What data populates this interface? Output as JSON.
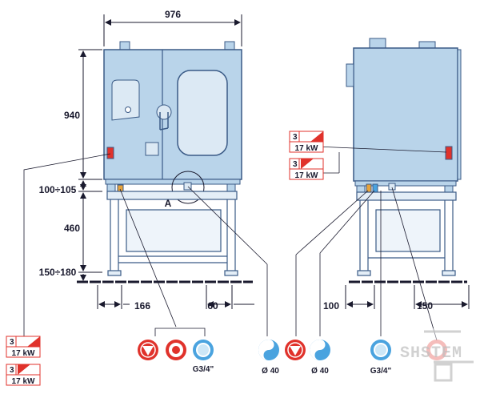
{
  "dimensions": {
    "width": "976",
    "height_body": "940",
    "base_gap": "100÷105",
    "stand_height": "460",
    "floor_gap": "150÷180",
    "left_offset": "166",
    "right_offset": "60",
    "side_front": "100",
    "side_back": "150"
  },
  "detail_label": "A",
  "power_badges": [
    {
      "number": "3",
      "power": "17 kW"
    },
    {
      "number": "3",
      "power": "17 kW"
    }
  ],
  "connections": {
    "water_inlet_1": "G3/4\"",
    "drain_1": "Ø 40",
    "drain_2": "Ø 40",
    "water_inlet_2": "G3/4\""
  },
  "watermark": "SHSTEM",
  "colors": {
    "body_fill": "#b9d4ea",
    "body_stroke": "#3a5a86",
    "line": "#1a1a2e",
    "red": "#e0322b",
    "blue": "#4aa3df",
    "badge_red": "#e0322b"
  }
}
